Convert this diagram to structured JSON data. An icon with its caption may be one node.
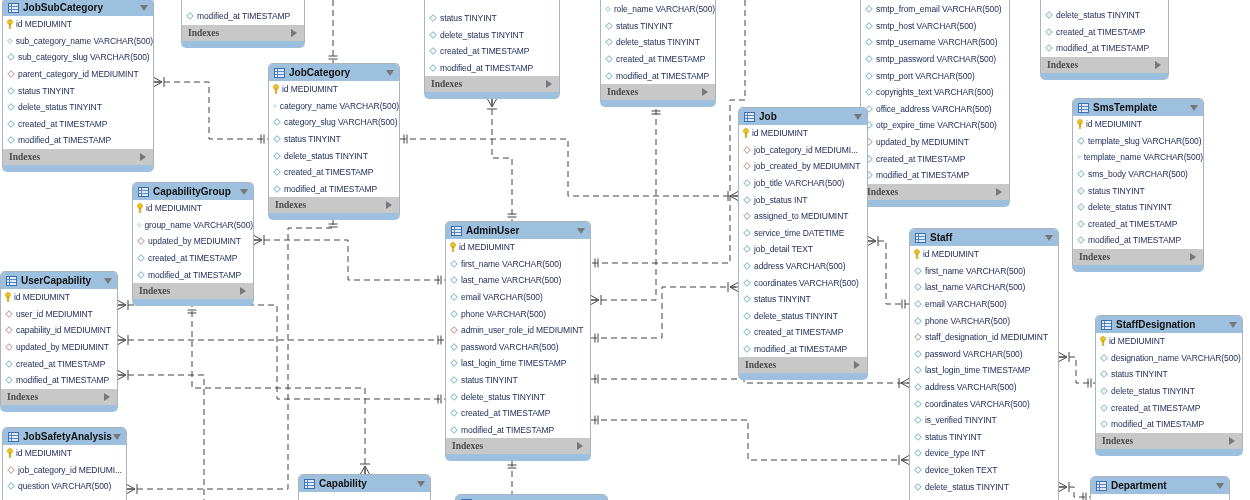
{
  "diagram": {
    "nodes": [
      {
        "text": [
          "JobSubCategory",
          "id MEDIUMINT",
          "sub_category_name VARCHAR(500)",
          "sub_category_slug VARCHAR(500)",
          "parent_category_id MEDIUMINT",
          "status TINYINT",
          "delete_status TINYINT",
          "created_at TIMESTAMP",
          "modified_at TIMESTAMP",
          "Indexes"
        ]
      },
      {
        "text": [
          "modified_at TIMESTAMP",
          "Indexes"
        ]
      },
      {
        "text": [
          "status TINYINT",
          "delete_status TINYINT",
          "created_at TIMESTAMP",
          "modified_at TIMESTAMP",
          "Indexes"
        ]
      },
      {
        "text": [
          "role_name VARCHAR(500)",
          "status TINYINT",
          "delete_status TINYINT",
          "created_at TIMESTAMP",
          "modified_at TIMESTAMP",
          "Indexes"
        ]
      },
      {
        "text": [
          "smtp_from_email VARCHAR(500)",
          "smtp_host VARCHAR(500)",
          "smtp_username VARCHAR(500)",
          "smtp_password VARCHAR(500)",
          "smtp_port VARCHAR(500)",
          "copyrights_text VARCHAR(500)",
          "office_address VARCHAR(500)",
          "otp_expire_time VARCHAR(500)",
          "updated_by MEDIUMINT",
          "created_at TIMESTAMP",
          "modified_at TIMESTAMP",
          "Indexes"
        ]
      },
      {
        "text": [
          "delete_status TINYINT",
          "created_at TIMESTAMP",
          "modified_at TIMESTAMP",
          "Indexes"
        ]
      },
      {
        "text": [
          "JobCategory",
          "id MEDIUMINT",
          "category_name VARCHAR(500)",
          "category_slug VARCHAR(500)",
          "status TINYINT",
          "delete_status TINYINT",
          "created_at TIMESTAMP",
          "modified_at TIMESTAMP",
          "Indexes"
        ]
      },
      {
        "text": [
          "Job",
          "id MEDIUMINT",
          "job_category_id MEDIUMI...",
          "job_created_by MEDIUMINT",
          "job_title VARCHAR(500)",
          "job_status INT",
          "assigned_to MEDIUMINT",
          "service_time DATETIME",
          "job_detail TEXT",
          "address VARCHAR(500)",
          "coordinates VARCHAR(500)",
          "status TINYINT",
          "delete_status TINYINT",
          "created_at TIMESTAMP",
          "modified_at TIMESTAMP",
          "Indexes"
        ]
      },
      {
        "text": [
          "SmsTemplate",
          "id MEDIUMINT",
          "template_slug VARCHAR(500)",
          "template_name VARCHAR(500)",
          "sms_body VARCHAR(500)",
          "status TINYINT",
          "delete_status TINYINT",
          "created_at TIMESTAMP",
          "modified_at TIMESTAMP",
          "Indexes"
        ]
      },
      {
        "text": [
          "CapabilityGroup",
          "id MEDIUMINT",
          "group_name VARCHAR(500)",
          "updated_by MEDIUMINT",
          "created_at TIMESTAMP",
          "modified_at TIMESTAMP",
          "Indexes"
        ]
      },
      {
        "text": [
          "AdminUser",
          "id MEDIUMINT",
          "first_name VARCHAR(500)",
          "last_name VARCHAR(500)",
          "email VARCHAR(500)",
          "phone VARCHAR(500)",
          "admin_user_role_id MEDIUMINT",
          "password VARCHAR(500)",
          "last_login_time TIMESTAMP",
          "status TINYINT",
          "delete_status TINYINT",
          "created_at TIMESTAMP",
          "modified_at TIMESTAMP",
          "Indexes"
        ]
      },
      {
        "text": [
          "Staff",
          "id MEDIUMINT",
          "first_name VARCHAR(500)",
          "last_name VARCHAR(500)",
          "email VARCHAR(500)",
          "phone VARCHAR(500)",
          "staff_designation_id MEDIUMINT",
          "password VARCHAR(500)",
          "last_login_time TIMESTAMP",
          "address VARCHAR(500)",
          "coordinates VARCHAR(500)",
          "is_verified TINYINT",
          "status TINYINT",
          "device_type INT",
          "device_token TEXT",
          "delete_status TINYINT"
        ]
      },
      {
        "text": [
          "UserCapability",
          "id MEDIUMINT",
          "user_id MEDIUMINT",
          "capability_id MEDIUMINT",
          "updated_by MEDIUMINT",
          "created_at TIMESTAMP",
          "modified_at TIMESTAMP",
          "Indexes"
        ]
      },
      {
        "text": [
          "StaffDesignation",
          "id MEDIUMINT",
          "designation_name VARCHAR(500)",
          "status TINYINT",
          "delete_status TINYINT",
          "created_at TIMESTAMP",
          "modified_at TIMESTAMP",
          "Indexes"
        ]
      },
      {
        "text": [
          "JobSafetyAnalysis",
          "id MEDIUMINT",
          "job_category_id MEDIUMI...",
          "question VARCHAR(500)"
        ]
      },
      {
        "text": [
          "Capability"
        ]
      },
      {
        "text": [],
        "shape": "box"
      },
      {
        "text": [
          "Department"
        ]
      }
    ],
    "edges": [
      {
        "from": 0,
        "to": 6,
        "arrow": "other",
        "style": "dashed"
      },
      {
        "from": null,
        "to": 6,
        "arrow": "other",
        "style": "dashed"
      },
      {
        "from": 14,
        "to": 6,
        "arrow": "other",
        "style": "dashed"
      },
      {
        "from": 6,
        "to": 7,
        "arrow": "other",
        "style": "dashed"
      },
      {
        "from": 2,
        "to": 10,
        "arrow": "other",
        "style": "dashed"
      },
      {
        "from": 10,
        "to": 3,
        "arrow": "other",
        "style": "dashed"
      },
      {
        "from": 10,
        "to": 7,
        "arrow": "other",
        "style": "dashed"
      },
      {
        "from": null,
        "to": 10,
        "arrow": "other",
        "style": "dashed"
      },
      {
        "from": 10,
        "to": 11,
        "arrow": "other",
        "style": "dashed"
      },
      {
        "from": 10,
        "to": 11,
        "arrow": "other",
        "style": "dashed"
      },
      {
        "from": 10,
        "to": 16,
        "arrow": "other",
        "style": "dashed"
      },
      {
        "from": 7,
        "to": 11,
        "arrow": "other",
        "style": "dashed"
      },
      {
        "from": 11,
        "to": 13,
        "arrow": "other",
        "style": "dashed"
      },
      {
        "from": 11,
        "to": 17,
        "arrow": "other",
        "style": "dashed"
      },
      {
        "from": 9,
        "to": 10,
        "arrow": "other",
        "style": "dashed"
      },
      {
        "from": 12,
        "to": 10,
        "arrow": "other",
        "style": "dashed"
      },
      {
        "from": 12,
        "to": 10,
        "arrow": "other",
        "style": "dashed"
      },
      {
        "from": 12,
        "to": null,
        "arrow": "other",
        "style": "dashed"
      },
      {
        "from": 15,
        "to": 9,
        "arrow": "other",
        "style": "dashed"
      }
    ]
  }
}
